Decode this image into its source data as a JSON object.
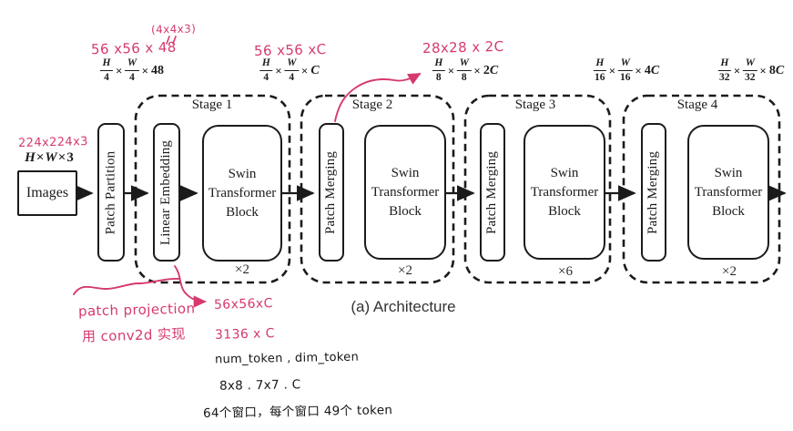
{
  "colors": {
    "ink": "#1b1b1b",
    "annotation_pink": "#d6396f",
    "annotation_black": "#161616"
  },
  "symbols": {
    "times": "×"
  },
  "caption": "(a) Architecture",
  "input": {
    "hand_dims": "224x224x3",
    "dims": {
      "h": "H",
      "w": "W",
      "c": "3"
    },
    "box_label": "Images"
  },
  "patch_partition": {
    "label": "Patch Partition"
  },
  "stages": [
    {
      "name": "Stage 1",
      "op_label": "Linear Embedding",
      "block_label": "Swin Transformer Block",
      "repeat": "×2"
    },
    {
      "name": "Stage 2",
      "op_label": "Patch Merging",
      "block_label": "Swin Transformer Block",
      "repeat": "×2"
    },
    {
      "name": "Stage 3",
      "op_label": "Patch Merging",
      "block_label": "Swin Transformer Block",
      "repeat": "×6"
    },
    {
      "name": "Stage 4",
      "op_label": "Patch Merging",
      "block_label": "Swin Transformer Block",
      "repeat": "×2"
    }
  ],
  "dim_labels": [
    {
      "hand": "56 x56 x 48",
      "hand_super": "(4x4x3)",
      "f1n": "H",
      "f1d": "4",
      "f2n": "W",
      "f2d": "4",
      "tail_num": "48",
      "tail_var": ""
    },
    {
      "hand": "56 x56 xC",
      "f1n": "H",
      "f1d": "4",
      "f2n": "W",
      "f2d": "4",
      "tail_num": "",
      "tail_var": "C"
    },
    {
      "hand": "28x28 x 2C",
      "f1n": "H",
      "f1d": "8",
      "f2n": "W",
      "f2d": "8",
      "tail_num": "2",
      "tail_var": "C"
    },
    {
      "f1n": "H",
      "f1d": "16",
      "f2n": "W",
      "f2d": "16",
      "tail_num": "4",
      "tail_var": "C"
    },
    {
      "f1n": "H",
      "f1d": "32",
      "f2n": "W",
      "f2d": "32",
      "tail_num": "8",
      "tail_var": "C"
    }
  ],
  "notes": {
    "patch_projection": "patch projection",
    "conv2d": "用 conv2d 实现",
    "le_out": "56x56xC",
    "le_out_tokens": "3136 x C",
    "token_note": "num_token , dim_token",
    "window_note": "8x8 . 7x7 . C",
    "window_count_note": "64个窗口，每个窗口 49个 token"
  }
}
